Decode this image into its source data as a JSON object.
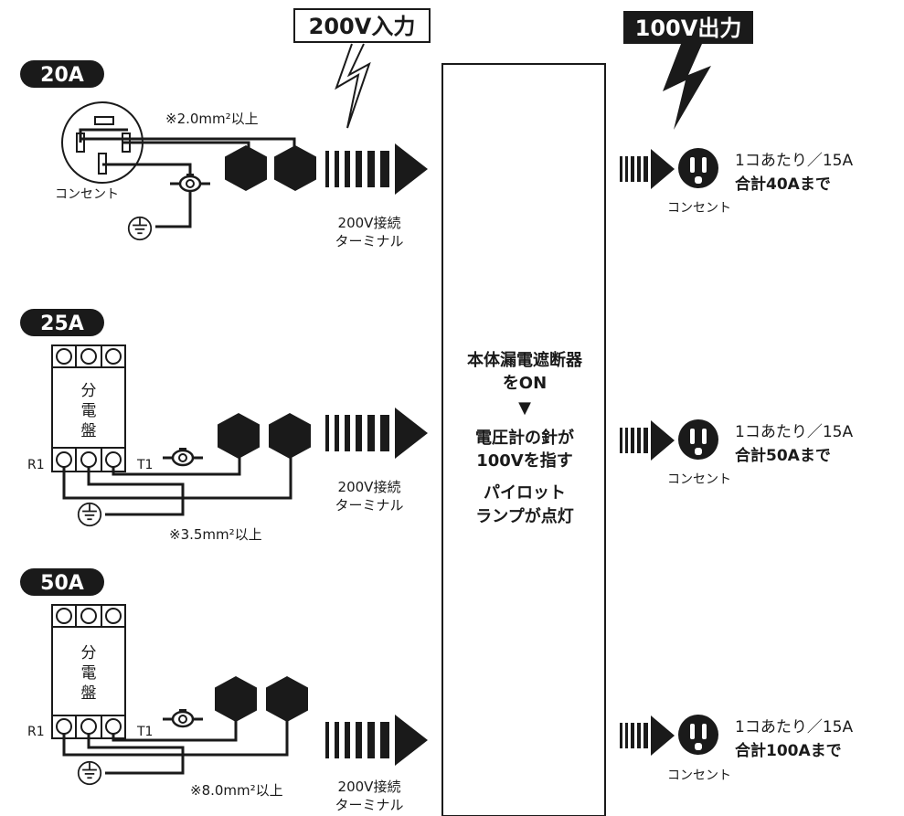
{
  "header": {
    "input_label": "200V入力",
    "output_label": "100V出力"
  },
  "rows": [
    {
      "amp_badge": "20A",
      "source_label": "コンセント",
      "wire_note": "※2.0mm²以上",
      "terminal_line1": "200V接続",
      "terminal_line2": "ターミナル",
      "outlet_per": "1コあたり／15A",
      "outlet_total": "合計40Aまで",
      "outlet_label": "コンセント"
    },
    {
      "amp_badge": "25A",
      "panel_label": [
        "分",
        "電",
        "盤"
      ],
      "r_label": "R1",
      "t_label": "T1",
      "wire_note": "※3.5mm²以上",
      "terminal_line1": "200V接続",
      "terminal_line2": "ターミナル",
      "outlet_per": "1コあたり／15A",
      "outlet_total": "合計50Aまで",
      "outlet_label": "コンセント"
    },
    {
      "amp_badge": "50A",
      "panel_label": [
        "分",
        "電",
        "盤"
      ],
      "r_label": "R1",
      "t_label": "T1",
      "wire_note": "※8.0mm²以上",
      "terminal_line1": "200V接続",
      "terminal_line2": "ターミナル",
      "outlet_per": "1コあたり／15A",
      "outlet_total": "合計100Aまで",
      "outlet_label": "コンセント"
    }
  ],
  "center_box": {
    "line1": "本体漏電遮断器",
    "line2": "をON",
    "arrow": "▼",
    "line3": "電圧計の針が",
    "line4": "100Vを指す",
    "line5": "パイロット",
    "line6": "ランプが点灯"
  },
  "colors": {
    "ink": "#1a1a1a",
    "background": "#ffffff"
  }
}
